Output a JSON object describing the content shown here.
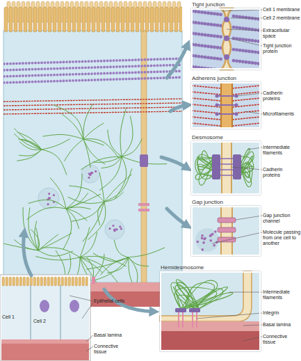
{
  "diagram": {
    "nodes": [
      {
        "text": [
          "Tight junction"
        ]
      },
      {
        "text": [
          "Adherens junction"
        ]
      },
      {
        "text": [
          "Desmosome"
        ]
      },
      {
        "text": [
          "Gap junction"
        ]
      },
      {
        "text": [
          "Hemidesmosome"
        ]
      }
    ],
    "labels": [
      "Cell 1 membrane",
      "Cell 2 membrane",
      "Extracellular space",
      "Tight junction protein",
      "Cadherin proteins",
      "Microfilaments",
      "Intermediate filaments",
      "Cadherin proteins",
      "Gap junction channel",
      "Molecule passing from one cell to another",
      "Intermediate filaments",
      "Integrin",
      "Basal lamina",
      "Connective tissue",
      "Cell 1",
      "Cell 2",
      "Epithelial cells",
      "Basal lamina",
      "Connective tissue"
    ]
  }
}
